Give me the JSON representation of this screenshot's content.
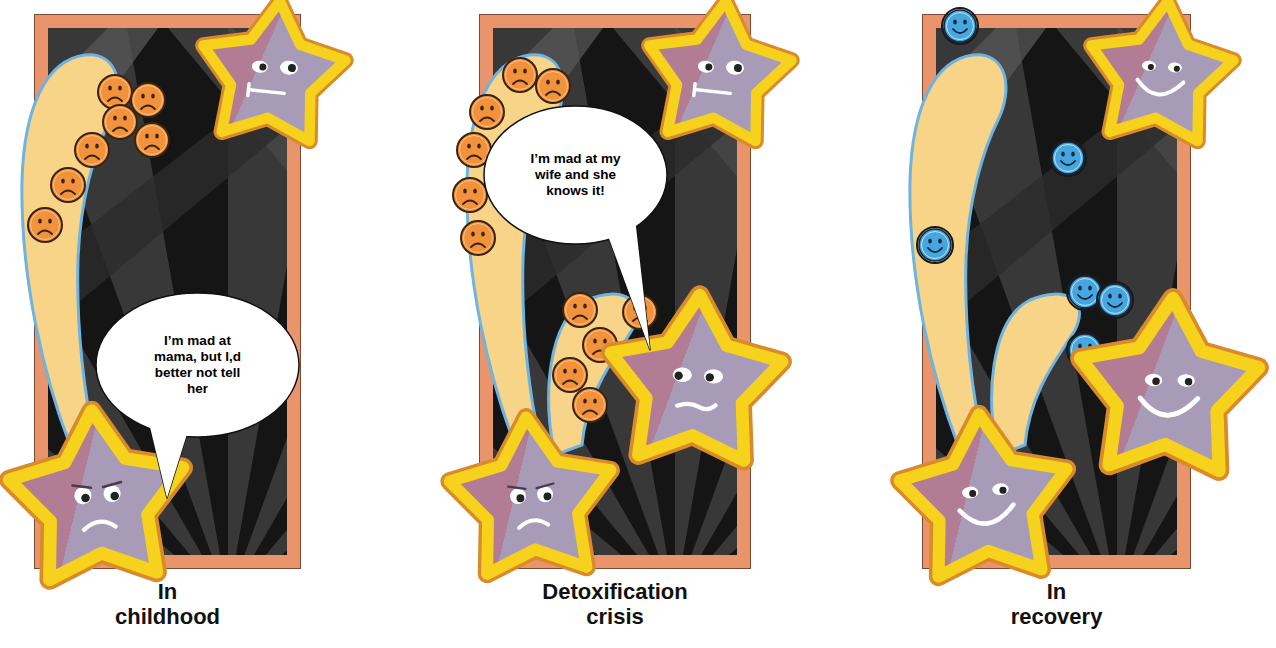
{
  "diagram": {
    "nodes": [
      {
        "text": [
          "In childhood"
        ]
      },
      {
        "text": [
          "I’m mad at mama, but I,d better not tell her"
        ],
        "in": 0
      },
      {
        "text": [
          "Detoxification crisis"
        ]
      },
      {
        "text": [
          "I’m mad at my wife and she knows it!"
        ],
        "in": 2
      },
      {
        "text": [
          "In recovery"
        ]
      }
    ]
  }
}
